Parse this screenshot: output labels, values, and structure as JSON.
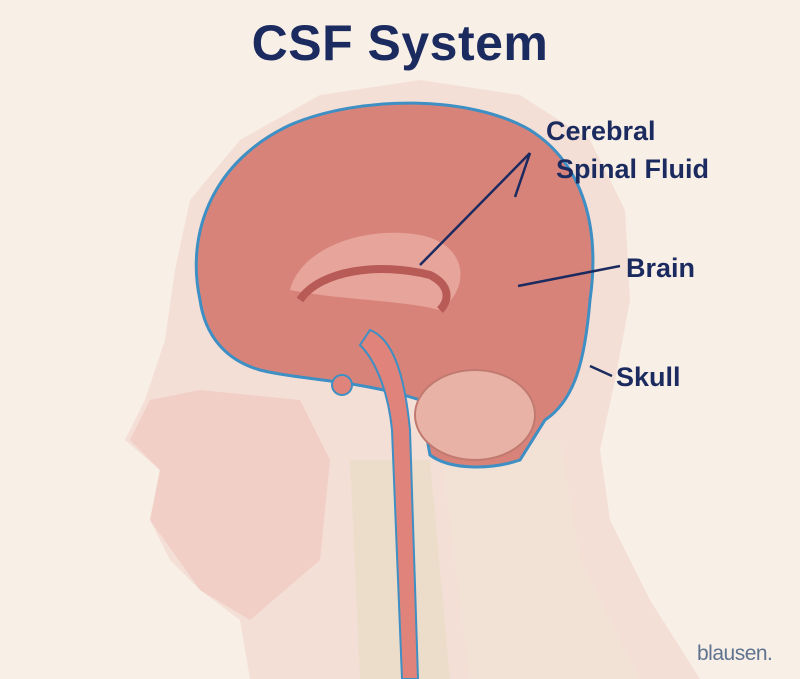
{
  "title": "CSF System",
  "labels": {
    "csf_line1": "Cerebral",
    "csf_line2": "Spinal Fluid",
    "brain": "Brain",
    "skull": "Skull"
  },
  "logo": "blausen.",
  "colors": {
    "background": "#f8efe6",
    "title": "#1b2b5f",
    "csf_outline": "#3d8fc4",
    "brain": "#d9857a"
  }
}
